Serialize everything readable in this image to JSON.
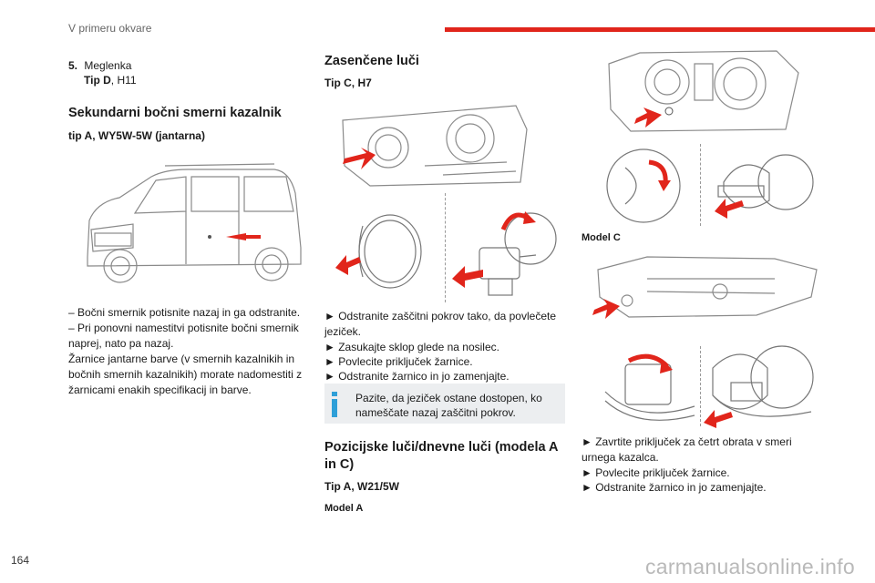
{
  "header": {
    "title": "V primeru okvare"
  },
  "left": {
    "item5_num": "5.",
    "item5_title": "Meglenka",
    "item5_type_bold": "Tip D",
    "item5_type_rest": ", H11",
    "section_title": "Sekundarni bočni smerni kazalnik",
    "section_sub": "tip A, WY5W-5W (jantarna)",
    "bullet1": "–  Bočni smernik potisnite nazaj in ga odstranite.",
    "bullet2": "–  Pri ponovni namestitvi potisnite bočni smernik naprej, nato pa nazaj.",
    "para": "Žarnice jantarne barve (v smernih kazalnikih in bočnih smernih kazalnikih) morate nadomestiti z žarnicami enakih specifikacij in barve."
  },
  "middle": {
    "title": "Zasenčene luči",
    "sub": "Tip C, H7",
    "step1": "►  Odstranite zaščitni pokrov tako, da povlečete jeziček.",
    "step2": "►   Zasukajte sklop glede na nosilec.",
    "step3": "►  Povlecite priključek žarnice.",
    "step4": "►  Odstranite žarnico in jo zamenjajte.",
    "note": "Pazite, da jeziček ostane dostopen, ko nameščate nazaj zaščitni pokrov.",
    "title2": "Pozicijske luči/dnevne luči (modela A in C)",
    "sub2": "Tip A, W21/5W",
    "model_a": "Model A"
  },
  "right": {
    "model_c": "Model C",
    "step1": "►  Zavrtite priključek za četrt obrata v smeri urnega kazalca.",
    "step2": "►  Povlecite priključek žarnice.",
    "step3": "►  Odstranite žarnico in jo zamenjajte."
  },
  "footer": {
    "page_number": "164",
    "watermark": "carmanualsonline.info"
  },
  "colors": {
    "accent": "#e1251b",
    "note_bg": "#eceef0",
    "note_icon": "#2e9fd8"
  }
}
